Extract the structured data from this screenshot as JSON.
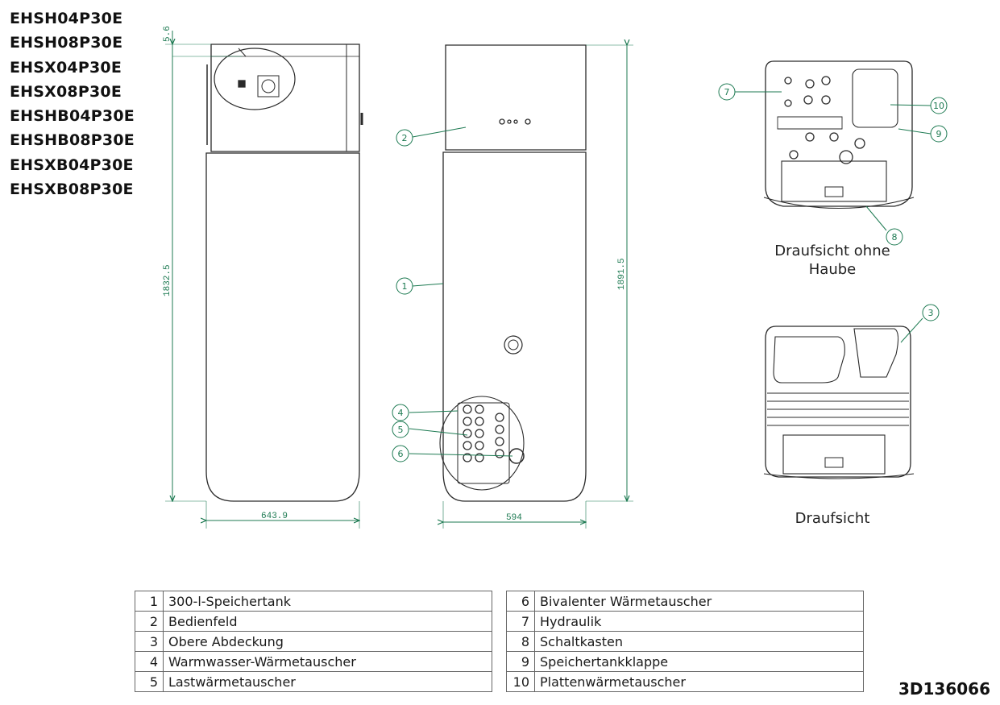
{
  "models": [
    "EHSH04P30E",
    "EHSH08P30E",
    "EHSX04P30E",
    "EHSX08P30E",
    "EHSHB04P30E",
    "EHSHB08P30E",
    "EHSXB04P30E",
    "EHSXB08P30E"
  ],
  "dimensions": {
    "top_gap": "5.6",
    "side_height": "1832.5",
    "side_width": "643.9",
    "front_height": "1891.5",
    "front_width": "594"
  },
  "callouts": [
    "1",
    "2",
    "3",
    "4",
    "5",
    "6",
    "7",
    "8",
    "9",
    "10"
  ],
  "views": {
    "top_no_cover_line1": "Draufsicht ohne",
    "top_no_cover_line2": "Haube",
    "top": "Draufsicht"
  },
  "legend": [
    {
      "num": "1",
      "text": "300-l-Speichertank"
    },
    {
      "num": "2",
      "text": "Bedienfeld"
    },
    {
      "num": "3",
      "text": "Obere Abdeckung"
    },
    {
      "num": "4",
      "text": "Warmwasser-Wärmetauscher"
    },
    {
      "num": "5",
      "text": "Lastwärmetauscher"
    },
    {
      "num": "6",
      "text": "Bivalenter Wärmetauscher"
    },
    {
      "num": "7",
      "text": "Hydraulik"
    },
    {
      "num": "8",
      "text": "Schaltkasten"
    },
    {
      "num": "9",
      "text": "Speichertankklappe"
    },
    {
      "num": "10",
      "text": "Plattenwärmetauscher"
    }
  ],
  "doc_id": "3D136066",
  "colors": {
    "dimension": "#1d7a52",
    "outline": "#2a2a2a"
  }
}
